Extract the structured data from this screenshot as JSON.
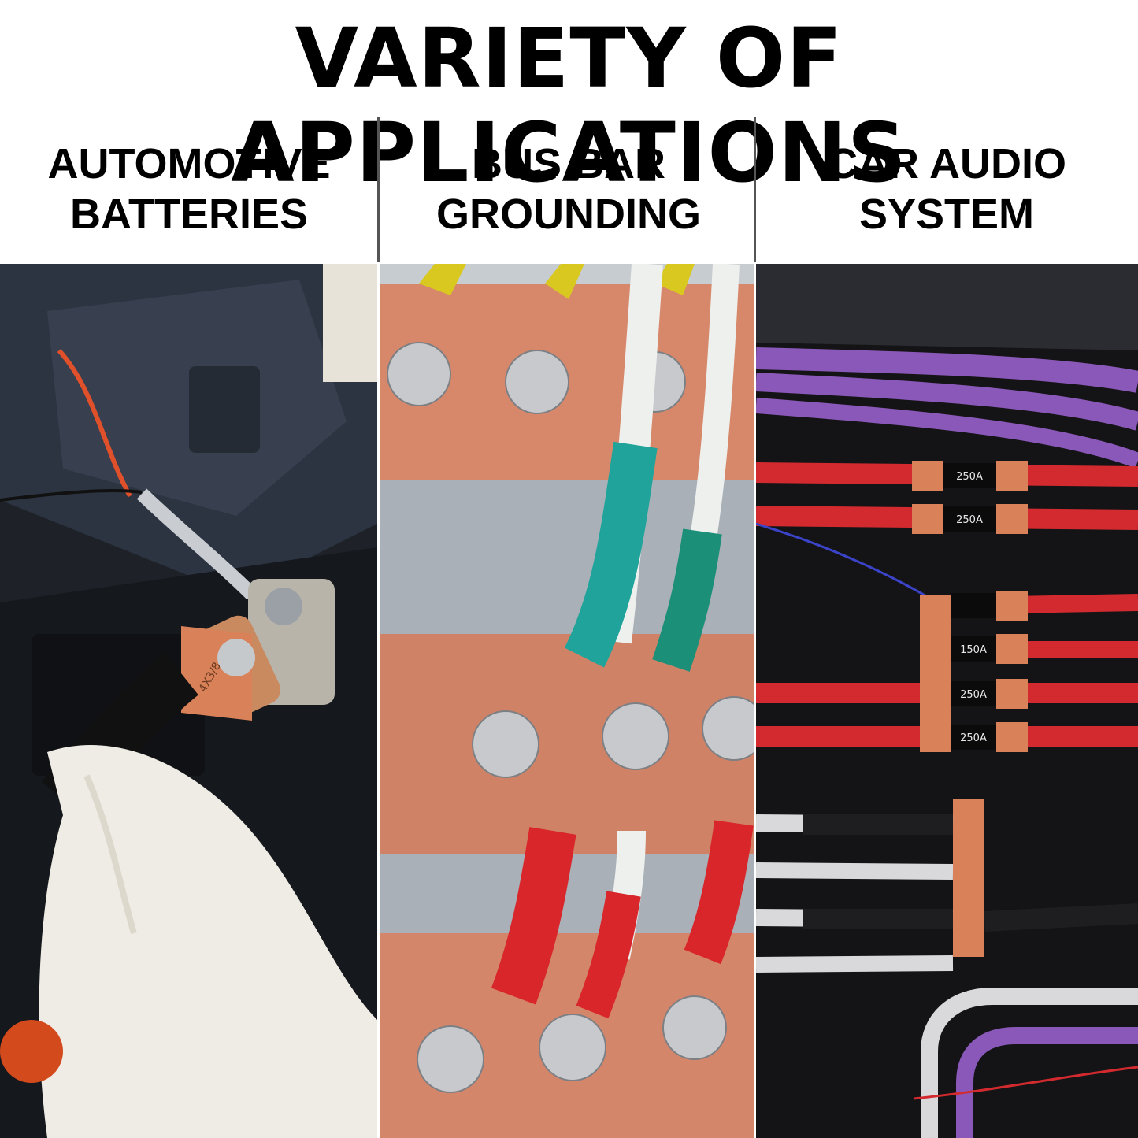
{
  "title": "VARIETY OF APPLICATIONS",
  "columns": [
    {
      "label": "AUTOMOTIVE\nBATTERIES",
      "photo": "automotive-battery-photo"
    },
    {
      "label": "BUS BAR\nGROUNDING",
      "photo": "bus-bar-photo"
    },
    {
      "label": "CAR AUDIO\nSYSTEM",
      "photo": "car-audio-photo"
    }
  ],
  "photo_text": {
    "terminal_stamp": "4X3/8",
    "fuse_labels": [
      "250A",
      "250A",
      "150A",
      "250A",
      "250A"
    ]
  },
  "colors": {
    "copper": "#d9825a",
    "teal": "#1fa39a",
    "red_sleeve": "#d8262a",
    "yellow_sleeve": "#d9c820",
    "purple_cable": "#8a58b8"
  }
}
